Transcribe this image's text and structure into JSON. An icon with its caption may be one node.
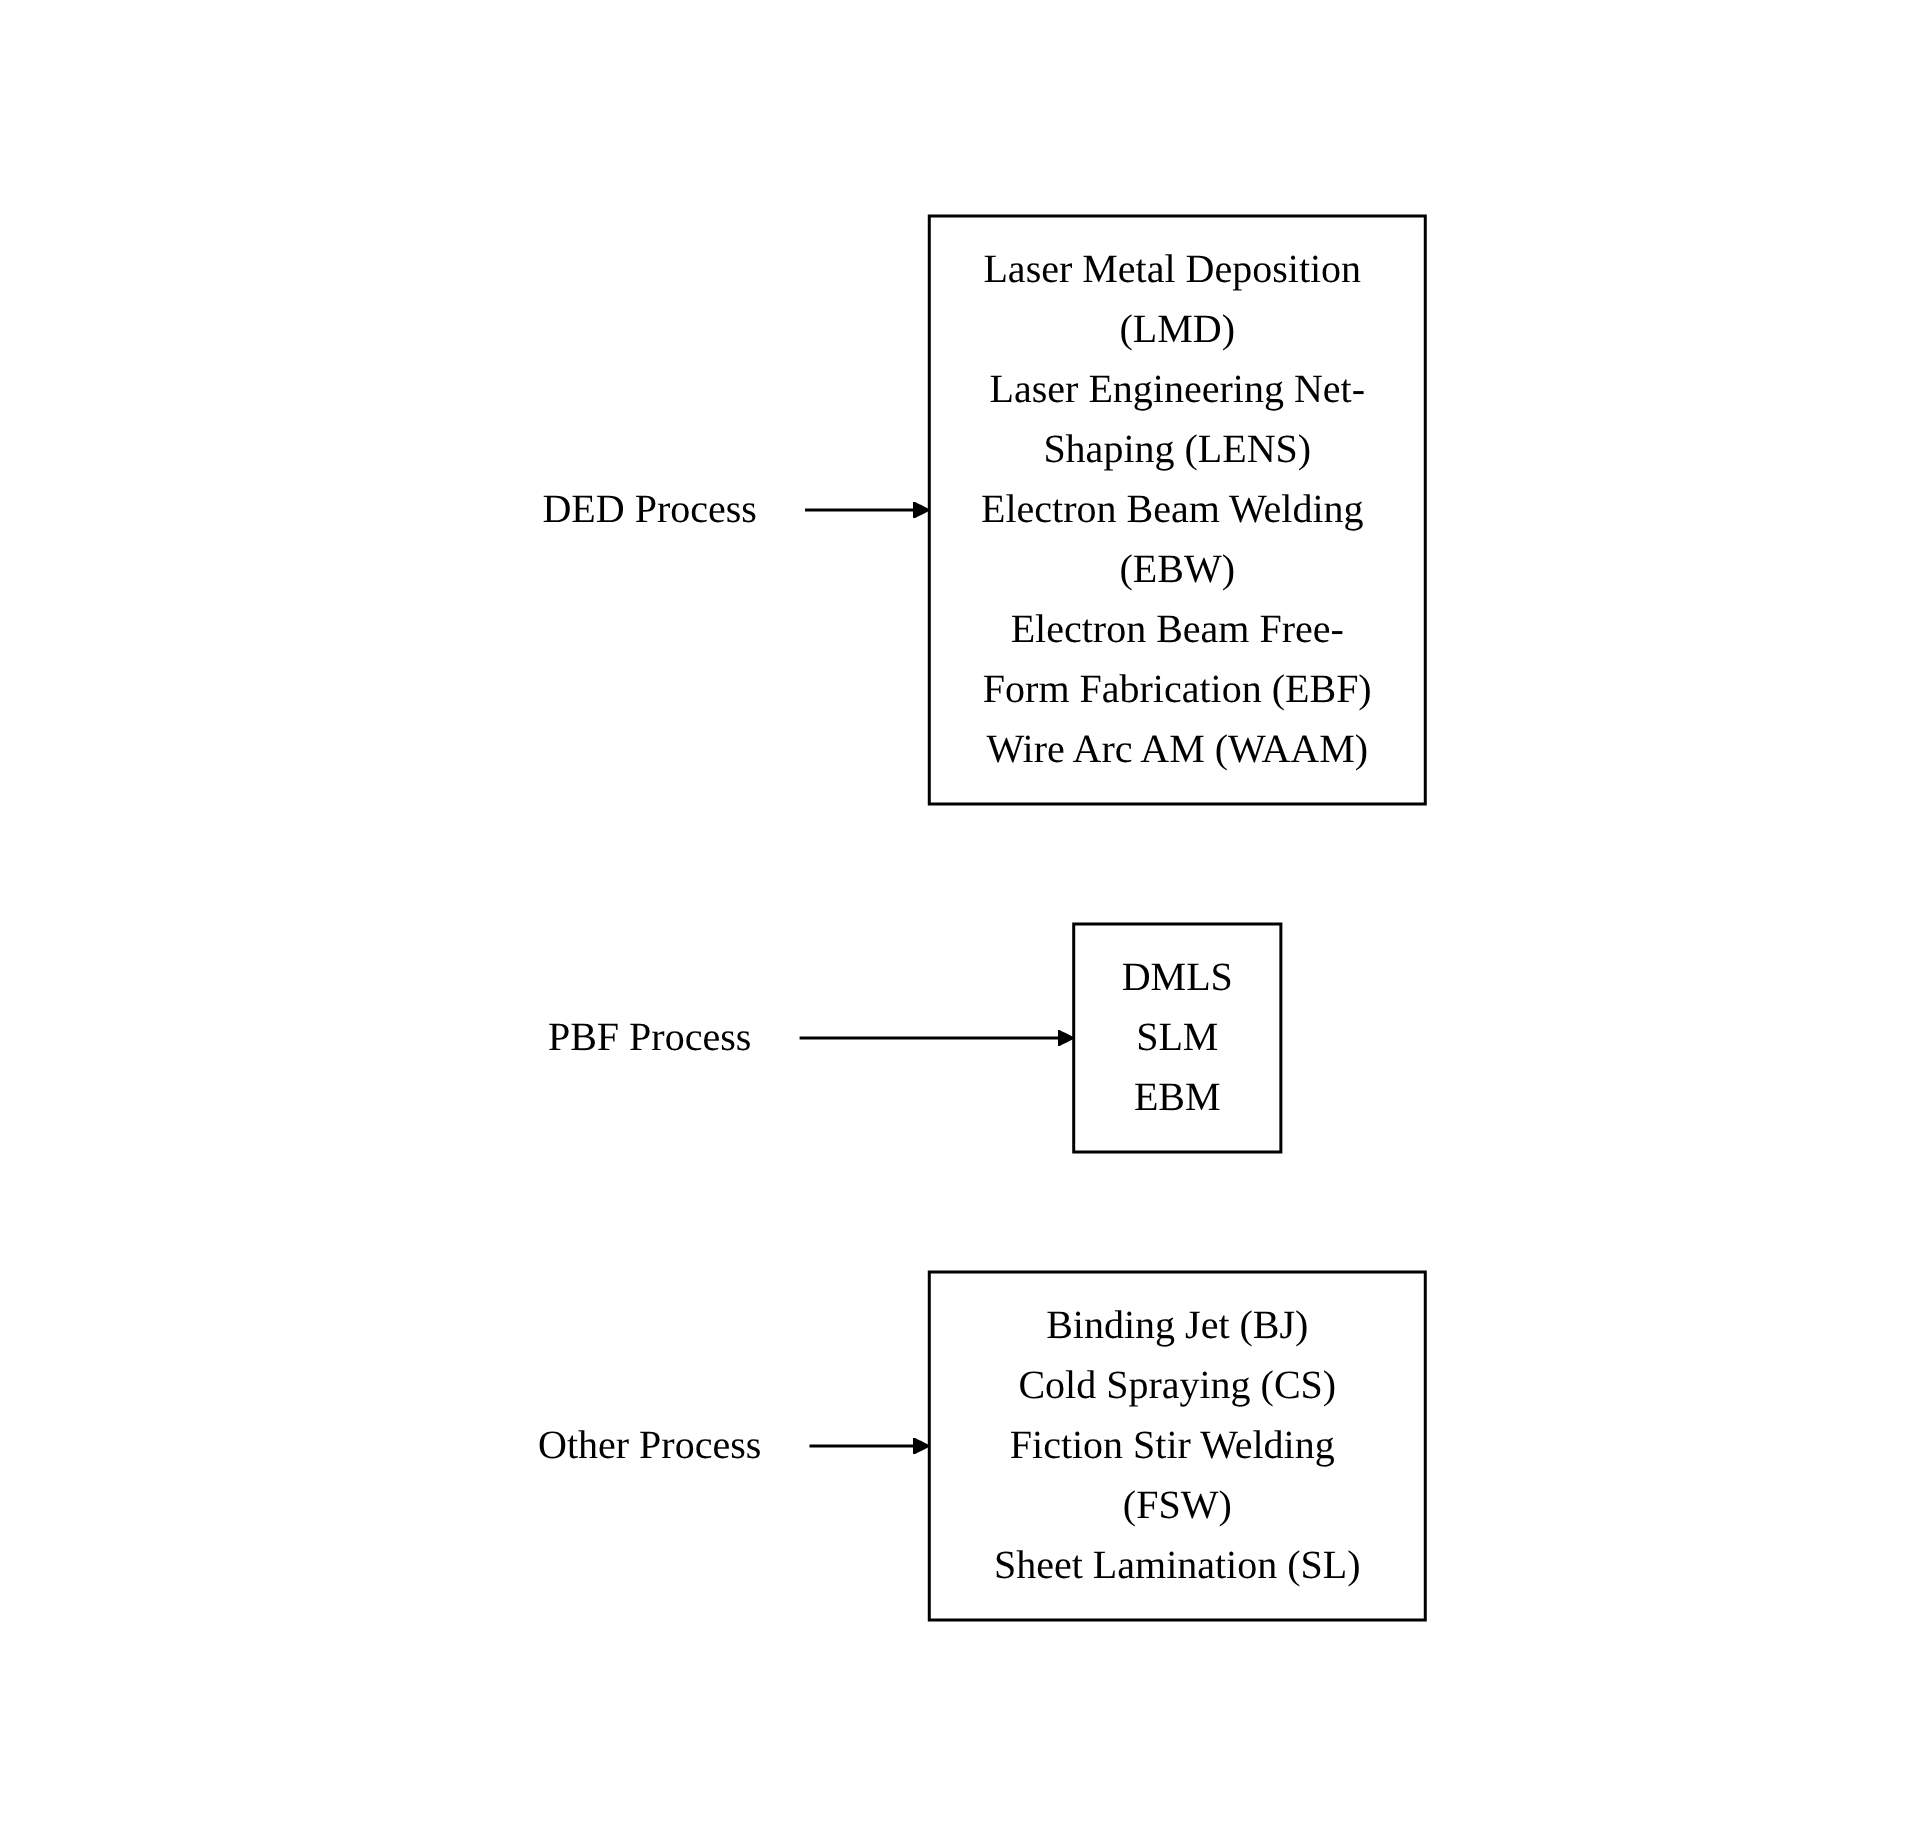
{
  "diagram": {
    "nodes": [
      {
        "text": [
          "DED Process"
        ]
      },
      {
        "text": [
          "Laser Metal Deposition (LMD)",
          "Laser Engineering Net-Shaping (LENS)",
          "Electron Beam Welding (EBW)",
          "Electron Beam Free-Form Fabrication (EBF)",
          "Wire Arc AM (WAAM)"
        ]
      },
      {
        "text": [
          "PBF Process"
        ]
      },
      {
        "text": [
          "DMLS",
          "SLM",
          "EBM"
        ]
      },
      {
        "text": [
          "Other Process"
        ]
      },
      {
        "text": [
          "Binding Jet (BJ)",
          "Cold Spraying (CS)",
          "Fiction Stir Welding (FSW)",
          "Sheet Lamination (SL)"
        ]
      }
    ],
    "edges": [
      {
        "from": 0,
        "to": 1,
        "arrow": "to"
      },
      {
        "from": 2,
        "to": 3,
        "arrow": "to"
      },
      {
        "from": 4,
        "to": 5,
        "arrow": "to"
      }
    ]
  }
}
